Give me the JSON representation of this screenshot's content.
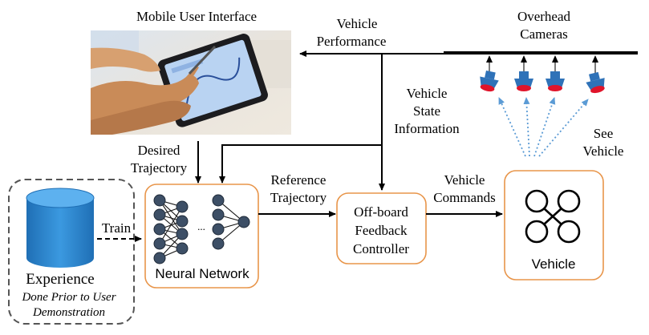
{
  "labels": {
    "mobile_ui": "Mobile User Interface",
    "vehicle_performance": [
      "Vehicle",
      "Performance"
    ],
    "overhead_cameras": [
      "Overhead",
      "Cameras"
    ],
    "vehicle_state_info": [
      "Vehicle",
      "State",
      "Information"
    ],
    "see_vehicle": [
      "See",
      "Vehicle"
    ],
    "desired_trajectory": [
      "Desired",
      "Trajectory"
    ],
    "reference_trajectory": [
      "Reference",
      "Trajectory"
    ],
    "vehicle_commands": [
      "Vehicle",
      "Commands"
    ],
    "train": "Train",
    "experience": "Experience",
    "done_prior": [
      "Done Prior to User",
      "Demonstration"
    ],
    "neural_network": "Neural Network",
    "nn_ellipsis": "...",
    "controller": [
      "Off-board",
      "Feedback",
      "Controller"
    ],
    "vehicle": "Vehicle"
  },
  "colors": {
    "camera_body": "#2f72b8",
    "camera_lens": "#e0142a",
    "box_border": "#e8954a",
    "cylinder": "#2b8ad6",
    "dotted_arrow": "#5b9bd5",
    "dashed_border": "#555555"
  },
  "icons": [
    "tablet-photo",
    "camera-icon",
    "database-cylinder-icon",
    "quadcopter-icon",
    "neural-network-icon"
  ]
}
